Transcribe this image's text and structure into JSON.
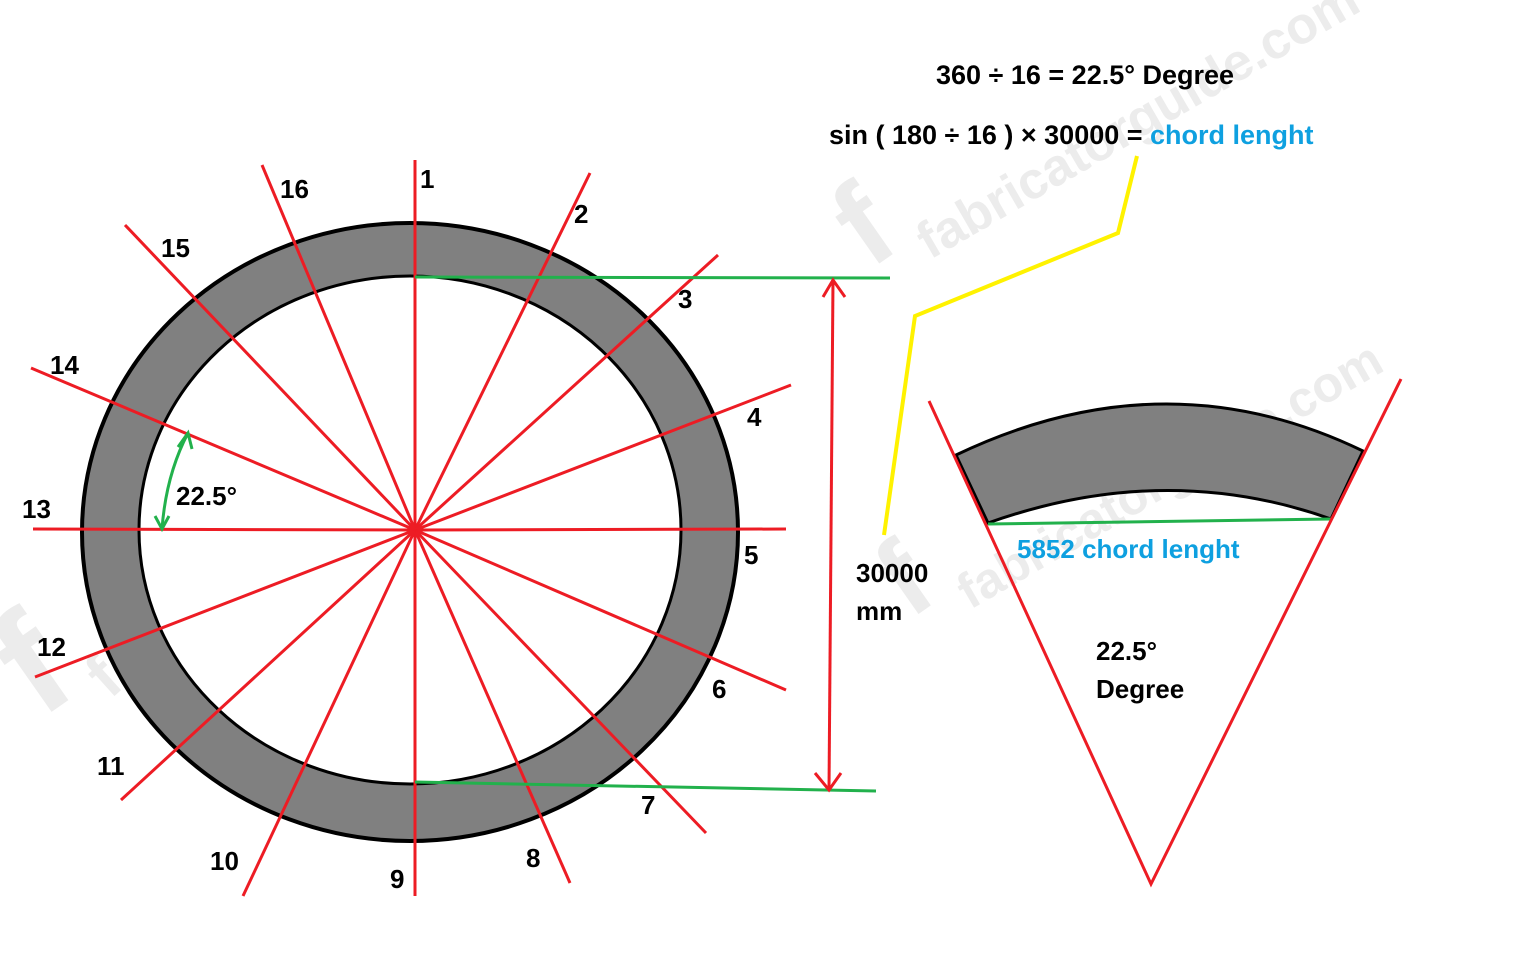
{
  "watermark": {
    "text": "fabricatorguide.com",
    "initial": "f"
  },
  "equations": {
    "line1": "360 ÷ 16 = 22.5° Degree",
    "line2_prefix": "sin ( 180 ÷ 16 ) × 30000 = ",
    "line2_result": "chord lenght"
  },
  "ring": {
    "divisions": 16,
    "segment_labels": [
      "1",
      "2",
      "3",
      "4",
      "5",
      "6",
      "7",
      "8",
      "9",
      "10",
      "11",
      "12",
      "13",
      "14",
      "15",
      "16"
    ],
    "angle_label": "22.5°"
  },
  "dimension": {
    "value": "30000",
    "unit": "mm"
  },
  "segment": {
    "chord_label": "5852 chord lenght",
    "angle_value": "22.5°",
    "angle_unit": "Degree"
  },
  "colors": {
    "ring_fill": "#808080",
    "radial_lines": "#ed1c24",
    "chord_lines": "#22b14c",
    "leader_line": "#fff200",
    "highlight_text": "#0ea0e0"
  }
}
